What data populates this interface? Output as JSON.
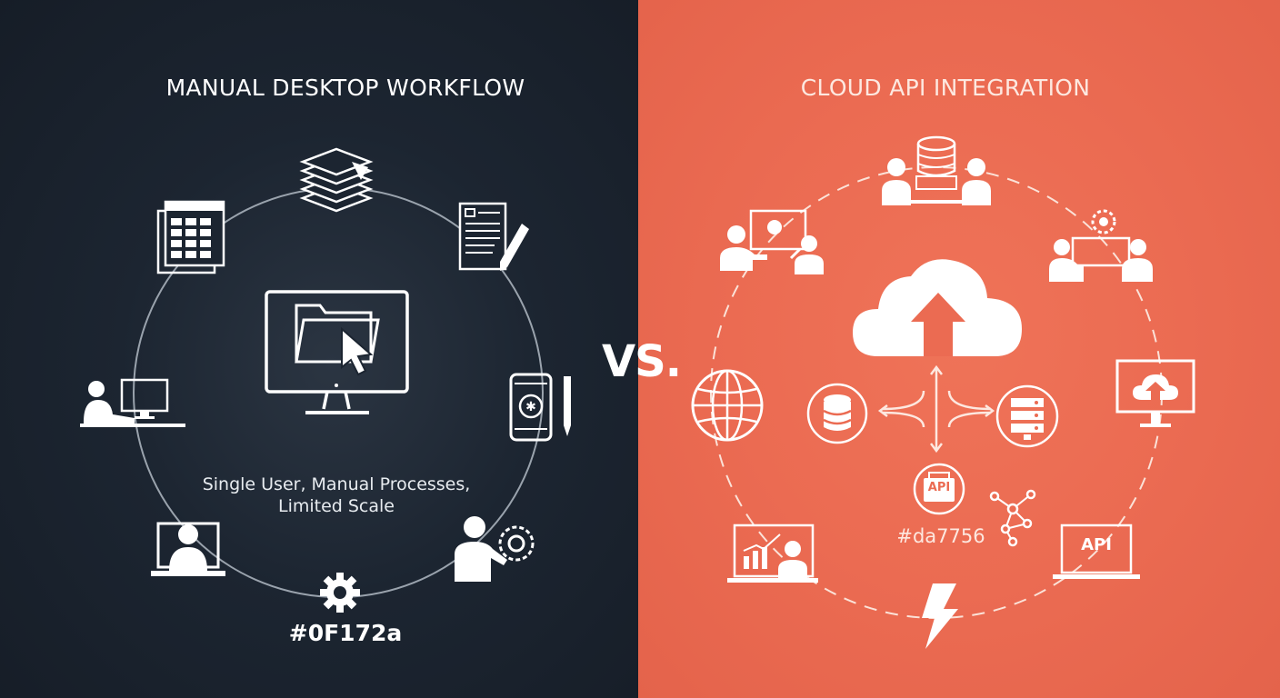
{
  "left": {
    "title": "MANUAL DESKTOP WORKFLOW",
    "caption_line1": "Single User, Manual Processes,",
    "caption_line2": "Limited Scale",
    "color_label": "#0F172a",
    "background": "#0f172a",
    "icons": [
      "paper-stack-icon",
      "document-pen-icon",
      "mobile-pen-icon",
      "user-gear-icon",
      "gear-icon",
      "user-laptop-icon",
      "user-desktop-icon",
      "spreadsheet-icon",
      "monitor-folder-cursor-icon"
    ]
  },
  "vs_label": "VS.",
  "right": {
    "title": "CLOUD API INTEGRATION",
    "color_label": "#da7756",
    "background": "#eb6b52",
    "api_label": "API",
    "icons": [
      "team-database-icon",
      "team-gear-icon",
      "monitor-cloud-icon",
      "laptop-api-icon",
      "lightning-icon",
      "laptop-chart-user-icon",
      "globe-icon",
      "presentation-users-icon",
      "cloud-upload-icon",
      "database-icon",
      "server-icon",
      "network-nodes-icon"
    ]
  }
}
